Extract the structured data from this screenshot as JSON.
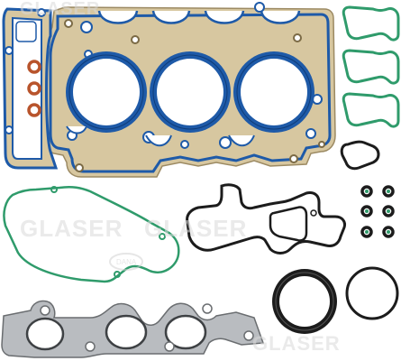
{
  "brand": {
    "watermark": "GLASER",
    "logo_text": "DANA"
  },
  "colors": {
    "background": "#ffffff",
    "blue_gasket": "#1e5aa8",
    "gold_base": "#d7c7a0",
    "gold_edge": "#9c8a63",
    "green_gasket": "#2f9b6b",
    "black_gasket": "#1c1c1c",
    "steel_gray": "#b9bcc0",
    "steel_edge": "#6a6d70",
    "orange_seal": "#b8542c"
  },
  "parts": {
    "head_gasket": {
      "icon": "cylinder-head-gasket",
      "cylinders": 3
    },
    "valve_stem_seals_orange": {
      "icon": "o-ring-icon",
      "count": 3
    },
    "cover_gaskets_green": {
      "icon": "green-gasket-icon",
      "count": 3
    },
    "valve_cover_gasket_green": {
      "icon": "valve-cover-gasket-icon"
    },
    "oil_filter_housing_gasket": {
      "icon": "housing-gasket-icon"
    },
    "small_o_rings": {
      "icon": "o-ring-icon",
      "count": 6
    },
    "crank_seal": {
      "icon": "shaft-seal-icon"
    },
    "large_o_ring": {
      "icon": "o-ring-icon"
    },
    "exhaust_manifold_gasket": {
      "icon": "exhaust-gasket-icon",
      "ports": 3
    },
    "small_black_gasket": {
      "icon": "thermostat-gasket-icon"
    }
  }
}
